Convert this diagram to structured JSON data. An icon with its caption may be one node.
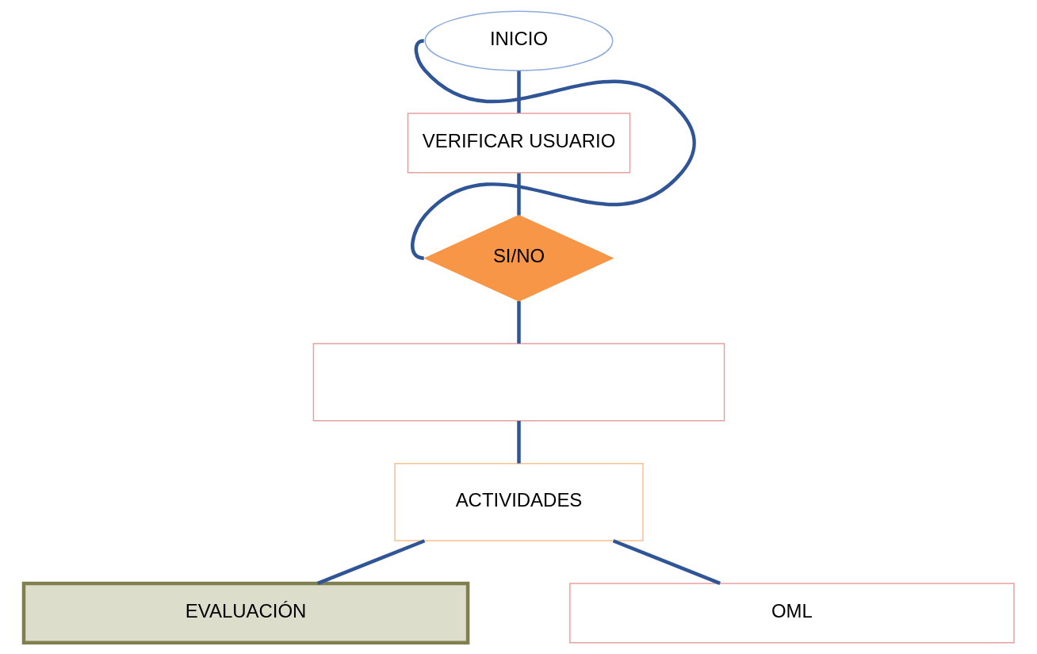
{
  "diagram": {
    "nodes": [
      {
        "text": [
          "INICIO"
        ]
      },
      {
        "text": [
          "VERIFICAR USUARIO"
        ]
      },
      {
        "text": [
          "SI/NO"
        ]
      },
      {
        "text": [],
        "shape": "box"
      },
      {
        "text": [
          "ACTIVIDADES"
        ]
      },
      {
        "text": [
          "EVALUACIÓN"
        ]
      },
      {
        "text": [
          "OML"
        ]
      }
    ],
    "edges": [
      {
        "from": 0,
        "to": 1,
        "arrow": "none"
      },
      {
        "from": 1,
        "to": 2,
        "arrow": "none"
      },
      {
        "from": 2,
        "to": 0,
        "arrow": "none"
      },
      {
        "from": 2,
        "to": 3,
        "arrow": "none"
      },
      {
        "from": 3,
        "to": 4,
        "arrow": "none"
      },
      {
        "from": 4,
        "to": 5,
        "arrow": "none"
      },
      {
        "from": 4,
        "to": 6,
        "arrow": "none"
      }
    ]
  }
}
